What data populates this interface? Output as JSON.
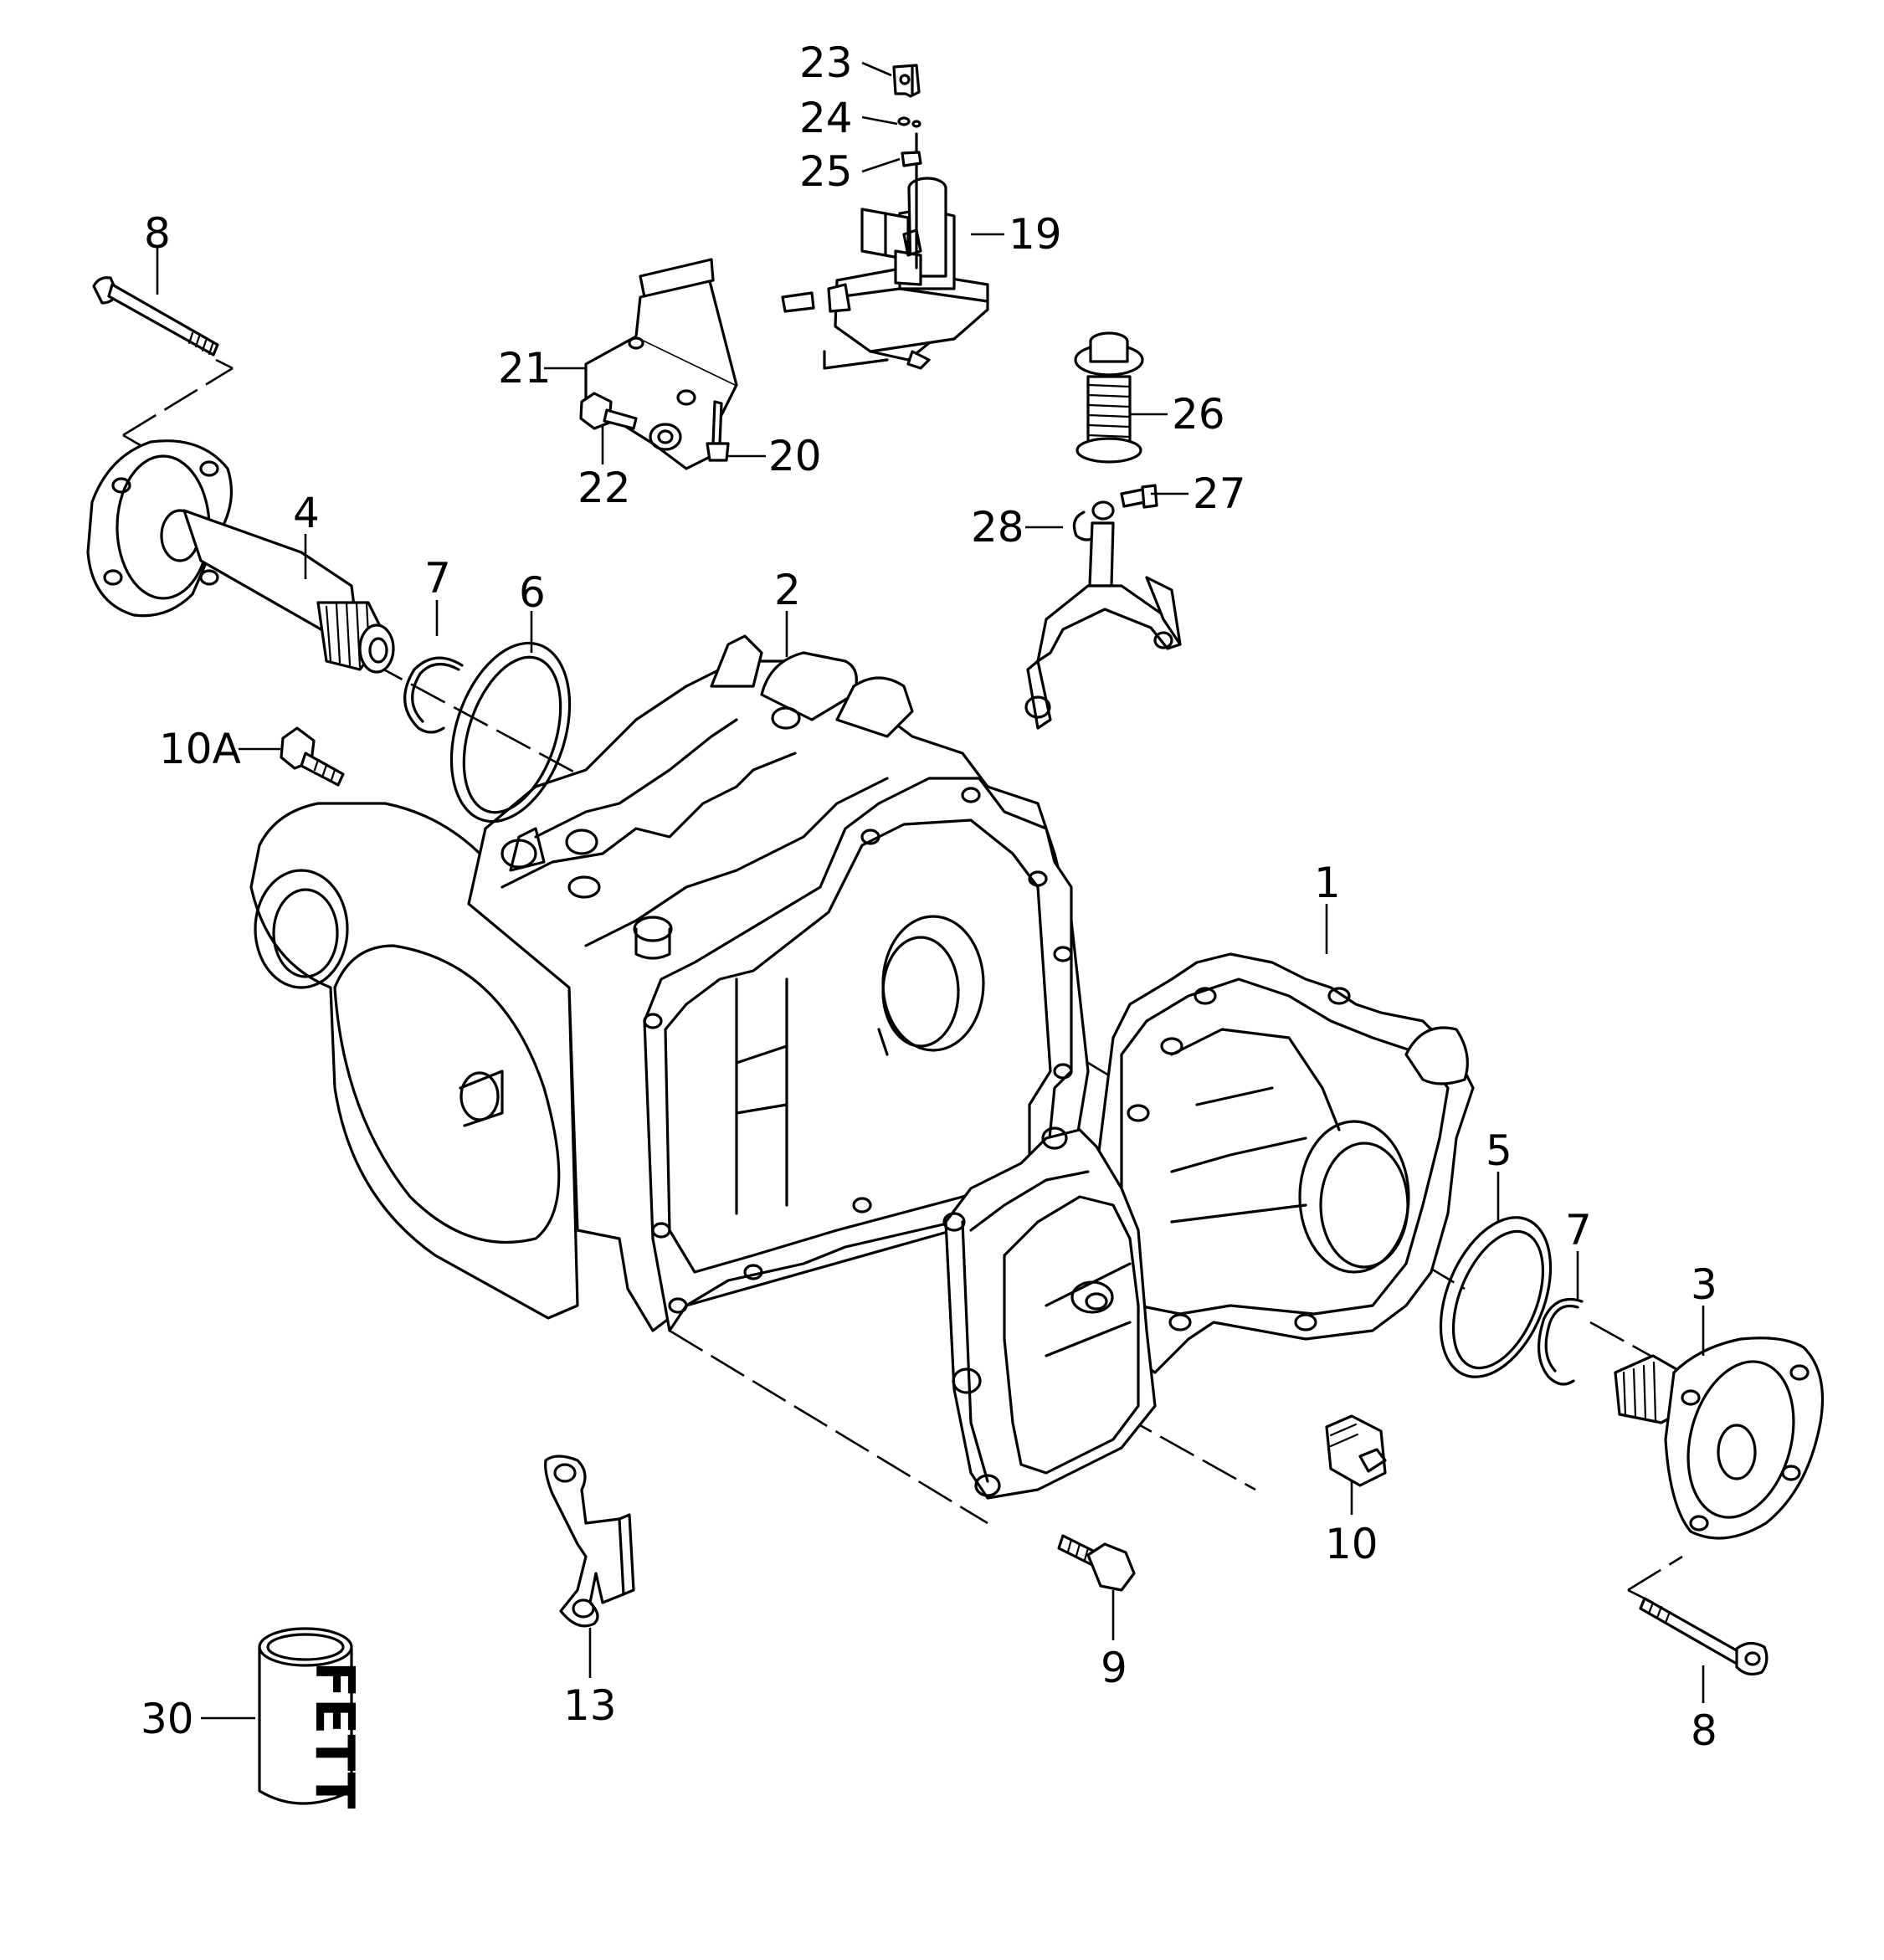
{
  "callouts": [
    {
      "id": "c23",
      "text": "23",
      "icon": "clip-icon"
    },
    {
      "id": "c24",
      "text": "24",
      "icon": "washer-icon"
    },
    {
      "id": "c25",
      "text": "25",
      "icon": "nut-icon"
    },
    {
      "id": "c19",
      "text": "19",
      "icon": "shift-actuator-icon"
    },
    {
      "id": "c8a",
      "text": "8",
      "icon": "bolt-icon"
    },
    {
      "id": "c21",
      "text": "21",
      "icon": "bracket-icon"
    },
    {
      "id": "c22",
      "text": "22",
      "icon": "bolt-icon"
    },
    {
      "id": "c20",
      "text": "20",
      "icon": "screw-icon"
    },
    {
      "id": "c26",
      "text": "26",
      "icon": "spring-icon"
    },
    {
      "id": "c27",
      "text": "27",
      "icon": "screw-icon"
    },
    {
      "id": "c28",
      "text": "28",
      "icon": "circlip-icon"
    },
    {
      "id": "c4",
      "text": "4",
      "icon": "flange-shaft-icon"
    },
    {
      "id": "c7a",
      "text": "7",
      "icon": "circlip-icon"
    },
    {
      "id": "c6",
      "text": "6",
      "icon": "seal-icon"
    },
    {
      "id": "c2",
      "text": "2",
      "icon": "gearbox-housing-icon"
    },
    {
      "id": "c10A",
      "text": "10A",
      "icon": "bolt-icon"
    },
    {
      "id": "c1",
      "text": "1",
      "icon": "cover-housing-icon"
    },
    {
      "id": "c5",
      "text": "5",
      "icon": "seal-icon"
    },
    {
      "id": "c7b",
      "text": "7",
      "icon": "circlip-icon"
    },
    {
      "id": "c3",
      "text": "3",
      "icon": "flange-shaft-icon"
    },
    {
      "id": "c10",
      "text": "10",
      "icon": "plug-icon"
    },
    {
      "id": "c9",
      "text": "9",
      "icon": "bolt-icon"
    },
    {
      "id": "c13",
      "text": "13",
      "icon": "bracket-icon"
    },
    {
      "id": "c8b",
      "text": "8",
      "icon": "bolt-icon"
    },
    {
      "id": "c30",
      "text": "30",
      "icon": "grease-can-icon"
    }
  ],
  "grease_label": "FETT"
}
